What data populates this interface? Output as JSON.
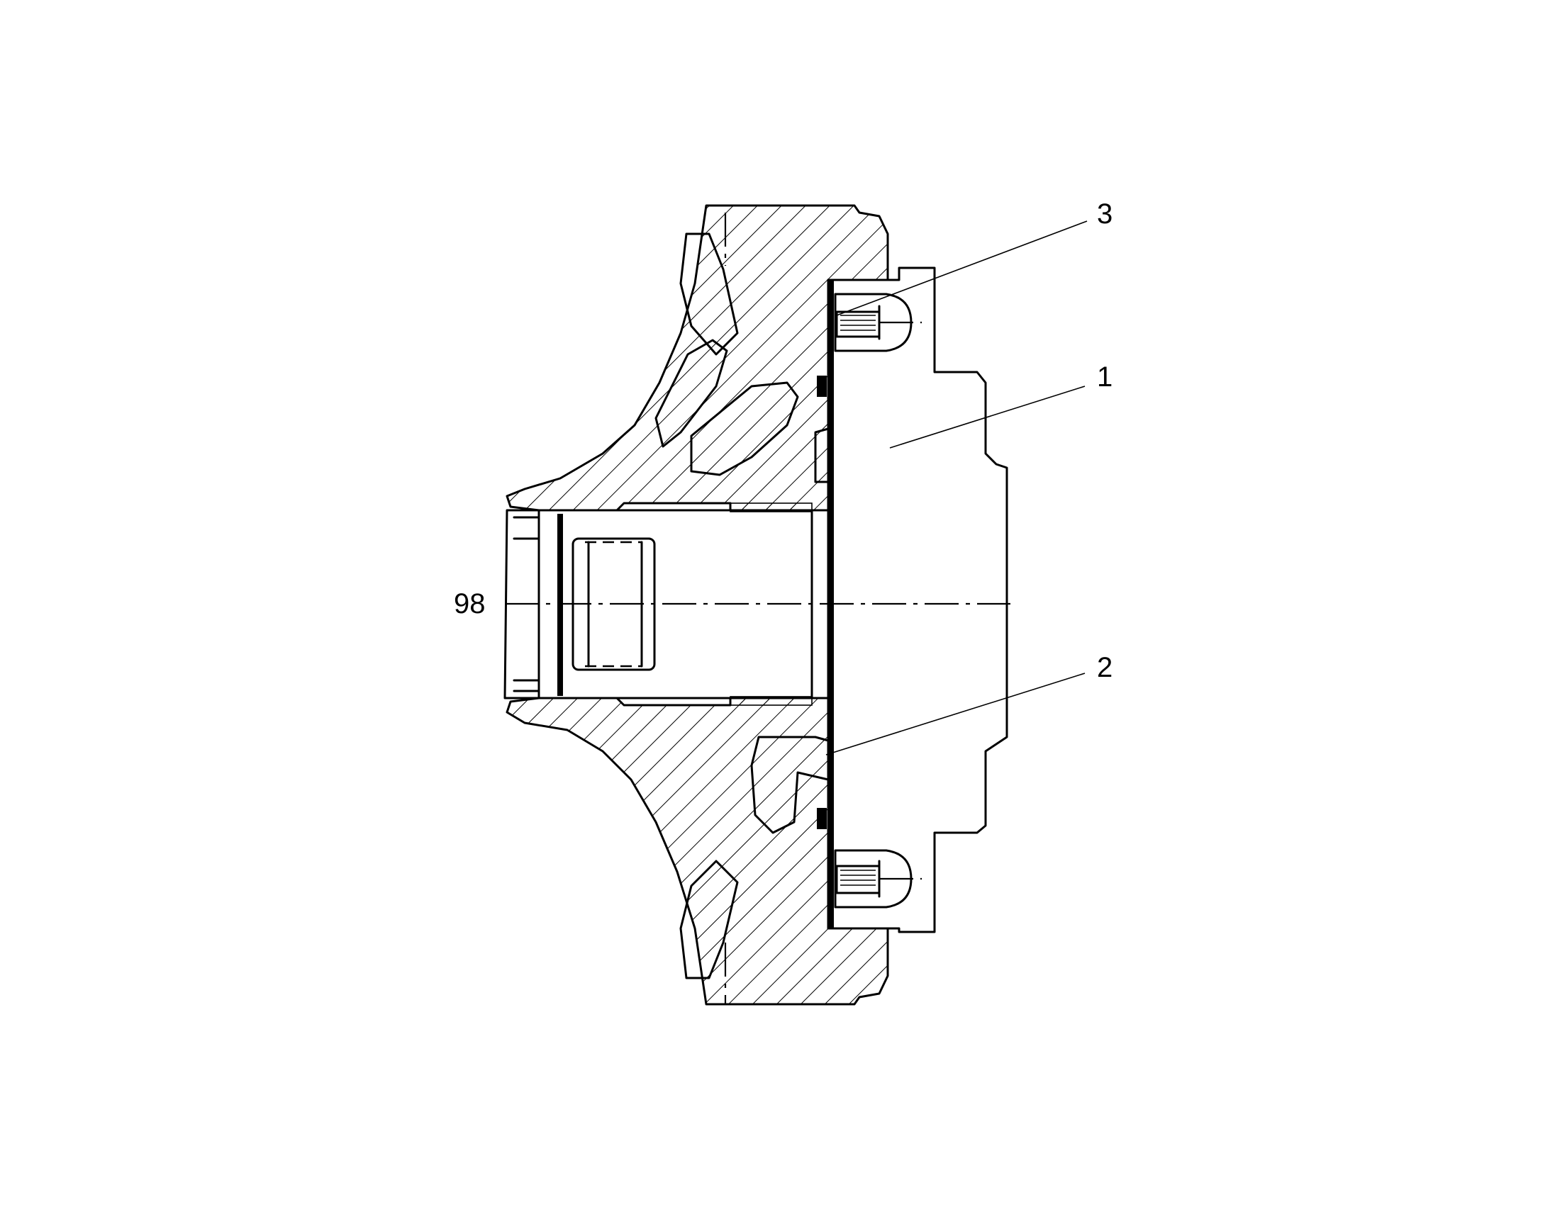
{
  "callouts": [
    {
      "id": "part-1",
      "label": "1"
    },
    {
      "id": "part-2",
      "label": "2"
    },
    {
      "id": "part-3",
      "label": "3"
    },
    {
      "id": "axis-ref",
      "label": "98"
    }
  ],
  "colors": {
    "line": "#000000",
    "background": "#ffffff"
  }
}
